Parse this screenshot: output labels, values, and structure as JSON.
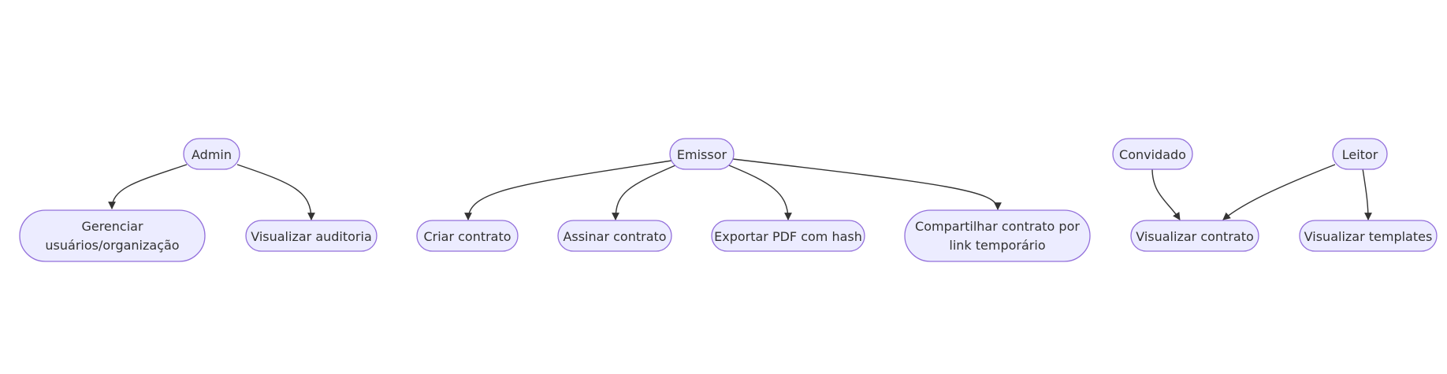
{
  "diagram": {
    "nodes": [
      {
        "id": "admin",
        "lines": [
          "Admin"
        ]
      },
      {
        "id": "gerenciar",
        "lines": [
          "Gerenciar",
          "usuários/organização"
        ]
      },
      {
        "id": "auditoria",
        "lines": [
          "Visualizar auditoria"
        ]
      },
      {
        "id": "emissor",
        "lines": [
          "Emissor"
        ]
      },
      {
        "id": "criar",
        "lines": [
          "Criar contrato"
        ]
      },
      {
        "id": "assinar",
        "lines": [
          "Assinar contrato"
        ]
      },
      {
        "id": "exportar",
        "lines": [
          "Exportar PDF com hash"
        ]
      },
      {
        "id": "compartilhar",
        "lines": [
          "Compartilhar contrato por",
          "link temporário"
        ]
      },
      {
        "id": "convidado",
        "lines": [
          "Convidado"
        ]
      },
      {
        "id": "leitor",
        "lines": [
          "Leitor"
        ]
      },
      {
        "id": "vis_contrato",
        "lines": [
          "Visualizar contrato"
        ]
      },
      {
        "id": "vis_templates",
        "lines": [
          "Visualizar templates"
        ]
      }
    ],
    "edges": [
      {
        "from": "admin",
        "to": "gerenciar"
      },
      {
        "from": "admin",
        "to": "auditoria"
      },
      {
        "from": "emissor",
        "to": "criar"
      },
      {
        "from": "emissor",
        "to": "assinar"
      },
      {
        "from": "emissor",
        "to": "exportar"
      },
      {
        "from": "emissor",
        "to": "compartilhar"
      },
      {
        "from": "convidado",
        "to": "vis_contrato"
      },
      {
        "from": "leitor",
        "to": "vis_contrato"
      },
      {
        "from": "leitor",
        "to": "vis_templates"
      }
    ],
    "colors": {
      "node_fill": "#ececff",
      "node_stroke": "#9370db",
      "edge": "#333333",
      "text": "#333333"
    }
  }
}
